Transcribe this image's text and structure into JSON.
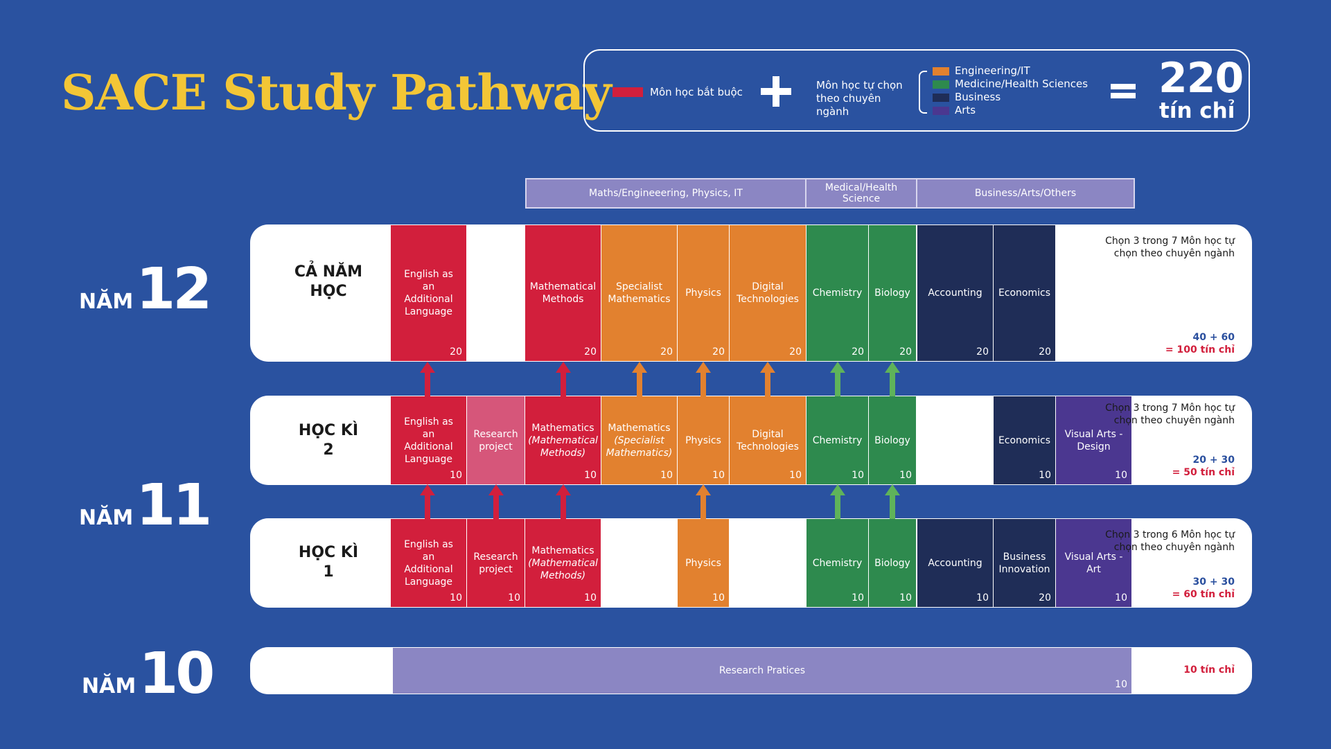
{
  "title": "SACE Study Pathway",
  "legend": {
    "compulsory": "Môn học bắt buộc",
    "elective": "Môn học tự chọn theo chuyên ngành",
    "categories": [
      {
        "label": "Engineering/IT",
        "color": "#e2812f"
      },
      {
        "label": "Medicine/Health Sciences",
        "color": "#2e8a4e"
      },
      {
        "label": "Business",
        "color": "#1f2d57"
      },
      {
        "label": "Arts",
        "color": "#4b3790"
      }
    ],
    "total_number": "220",
    "total_unit": "tín chỉ"
  },
  "colors": {
    "background": "#2a52a0",
    "compulsory": "#d21f3c",
    "research": "#d6567a",
    "engineering": "#e2812f",
    "medicine": "#2e8a4e",
    "business": "#1f2d57",
    "arts": "#4b3790",
    "research_practices": "#8b86c3",
    "title": "#f3c636"
  },
  "headers": [
    {
      "label": "Maths/Engineeering, Physics, IT"
    },
    {
      "label": "Medical/Health Science"
    },
    {
      "label": "Business/Arts/Others"
    }
  ],
  "years": {
    "y12": {
      "word": "NĂM",
      "num": "12"
    },
    "y11": {
      "word": "NĂM",
      "num": "11"
    },
    "y10": {
      "word": "NĂM",
      "num": "10"
    }
  },
  "rows": {
    "year12": {
      "label": "CẢ NĂM HỌC",
      "note": "Chọn 3 trong 7 Môn học tự chọn theo chuyên ngành",
      "sum": "40 + 60",
      "total": "= 100 tín chỉ",
      "cells": [
        {
          "name": "English as an Additional Language",
          "credits": "20"
        },
        {
          "name": "Mathematical Methods",
          "credits": "20"
        },
        {
          "name": "Specialist Mathematics",
          "credits": "20"
        },
        {
          "name": "Physics",
          "credits": "20"
        },
        {
          "name": "Digital Technologies",
          "credits": "20"
        },
        {
          "name": "Chemistry",
          "credits": "20"
        },
        {
          "name": "Biology",
          "credits": "20"
        },
        {
          "name": "Accounting",
          "credits": "20"
        },
        {
          "name": "Economics",
          "credits": "20"
        }
      ]
    },
    "sem2": {
      "label": "HỌC KÌ 2",
      "note": "Chọn 3 trong 7 Môn học tự chọn theo chuyên ngành",
      "sum": "20 + 30",
      "total": "= 50 tín chỉ",
      "cells": [
        {
          "name": "English as an Additional Language",
          "credits": "10"
        },
        {
          "name": "Research project",
          "credits": ""
        },
        {
          "name": "Mathematics",
          "sub": "(Mathematical Methods)",
          "credits": "10"
        },
        {
          "name": "Mathematics",
          "sub": "(Specialist Mathematics)",
          "credits": "10"
        },
        {
          "name": "Physics",
          "credits": "10"
        },
        {
          "name": "Digital Technologies",
          "credits": "10"
        },
        {
          "name": "Chemistry",
          "credits": "10"
        },
        {
          "name": "Biology",
          "credits": "10"
        },
        {
          "name": "Economics",
          "credits": "10"
        },
        {
          "name": "Visual Arts - Design",
          "credits": "10"
        }
      ]
    },
    "sem1": {
      "label": "HỌC KÌ 1",
      "note": "Chọn 3 trong 6 Môn học tự chọn theo chuyên ngành",
      "sum": "30 + 30",
      "total": "= 60 tín chỉ",
      "cells": [
        {
          "name": "English as an Additional Language",
          "credits": "10"
        },
        {
          "name": "Research project",
          "credits": "10"
        },
        {
          "name": "Mathematics",
          "sub": "(Mathematical Methods)",
          "credits": "10"
        },
        {
          "name": "Physics",
          "credits": "10"
        },
        {
          "name": "Chemistry",
          "credits": "10"
        },
        {
          "name": "Biology",
          "credits": "10"
        },
        {
          "name": "Accounting",
          "credits": "10"
        },
        {
          "name": "Business Innovation",
          "credits": "20"
        },
        {
          "name": "Visual Arts - Art",
          "credits": "10"
        }
      ]
    },
    "year10": {
      "name": "Research Pratices",
      "credits": "10",
      "total": "10 tín chỉ"
    }
  }
}
